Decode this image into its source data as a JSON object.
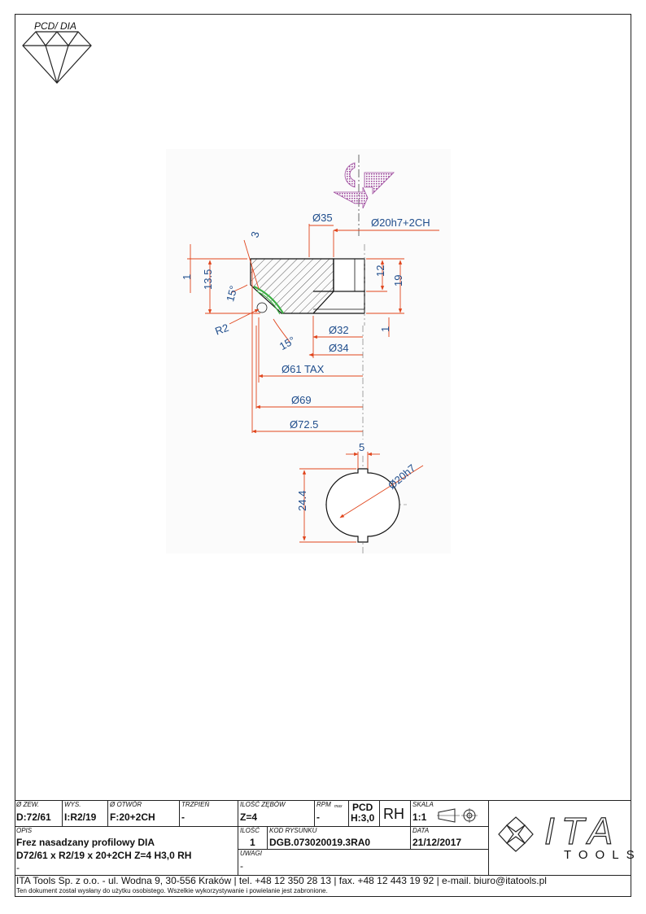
{
  "header": {
    "symbol_label": "PCD/ DIA"
  },
  "drawing": {
    "dim_d35": "Ø35",
    "dim_d20": "Ø20h7+2CH",
    "dim_3": "3",
    "dim_1a": "1",
    "dim_13_5": "13.5",
    "dim_15a": "15°",
    "dim_r2": "R2",
    "dim_12": "12",
    "dim_19": "19",
    "dim_1b": "1",
    "dim_d32": "Ø32",
    "dim_15b": "15°",
    "dim_d34": "Ø34",
    "dim_d61": "Ø61 TAX",
    "dim_d69": "Ø69",
    "dim_d72_5": "Ø72.5",
    "dim_5": "5",
    "dim_d20h7": "Ø20h7",
    "dim_24_4": "24.4"
  },
  "title_block": {
    "outer_dia_label": "Ø ZEW.",
    "outer_dia_value": "D:72/61",
    "height_label": "WYS.",
    "height_value": "I:R2/19",
    "bore_label": "Ø OTWÓR",
    "bore_value": "F:20+2CH",
    "shank_label": "TRZPIEŃ",
    "shank_value": "-",
    "teeth_label": "ILOŚĆ ZĘBÓW",
    "teeth_value": "Z=4",
    "rpm_label": "RPM",
    "rpm_sub": "max",
    "rpm_value": "-",
    "material_label": "PCD",
    "material_value": "H:3,0",
    "rotation": "RH",
    "scale_label": "SKALA",
    "scale_value": "1:1",
    "desc_label": "OPIS",
    "desc_line1": "Frez nasadzany profilowy DIA",
    "desc_line2": "D72/61 x R2/19 x 20+2CH Z=4 H3,0 RH",
    "desc_line3": "-",
    "qty_label": "ILOŚĆ",
    "qty_value": "1",
    "code_label": "KOD RYSUNKU",
    "code_value": "DGB.073020019.3RA0",
    "date_label": "DATA",
    "date_value": "21/12/2017",
    "notes_label": "UWAGI",
    "notes_value": "-",
    "logo_big": "ITA",
    "logo_small": "TOOLS"
  },
  "footer": {
    "contact": "ITA Tools Sp. z o.o. - ul. Wodna 9, 30-556 Kraków | tel. +48 12 350 28 13 | fax. +48 12 443 19 92 | e-mail. biuro@itatools.pl",
    "notice": "Ten dokument został wysłany do użytku osobistego. Wszelkie wykorzystywanie i powielanie jest zabronione."
  },
  "colors": {
    "dimension": "#e0441b",
    "dimension_text": "#1f4d8c",
    "profile": "#3cb043",
    "arrow": "#a04ea0"
  }
}
